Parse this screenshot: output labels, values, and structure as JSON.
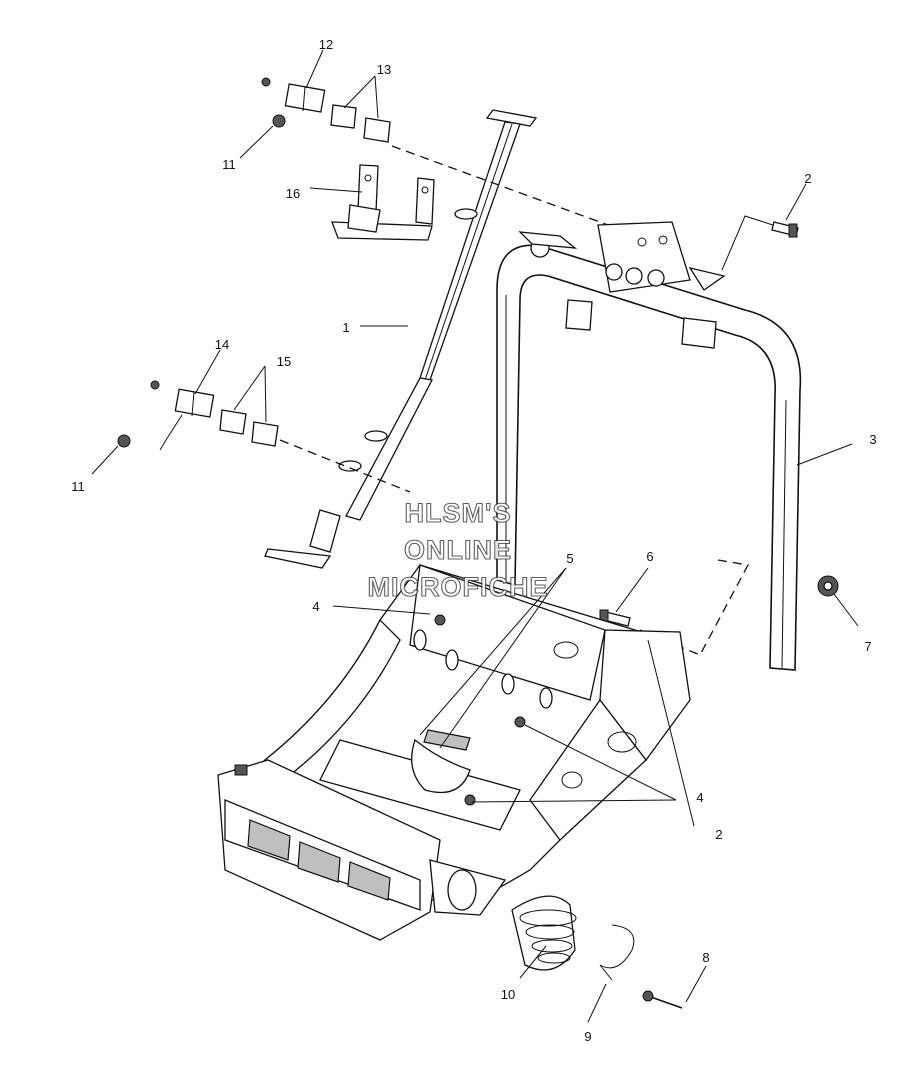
{
  "watermark": {
    "lines": [
      "HLSM'S",
      "ONLINE",
      "MICROFICHE"
    ]
  },
  "callouts": [
    {
      "id": "c12",
      "label": "12"
    },
    {
      "id": "c13",
      "label": "13"
    },
    {
      "id": "c11a",
      "label": "11"
    },
    {
      "id": "c16",
      "label": "16"
    },
    {
      "id": "c2a",
      "label": "2"
    },
    {
      "id": "c1",
      "label": "1"
    },
    {
      "id": "c14",
      "label": "14"
    },
    {
      "id": "c15",
      "label": "15"
    },
    {
      "id": "c11b",
      "label": "11"
    },
    {
      "id": "c3",
      "label": "3"
    },
    {
      "id": "c5",
      "label": "5"
    },
    {
      "id": "c6",
      "label": "6"
    },
    {
      "id": "c4a",
      "label": "4"
    },
    {
      "id": "c7",
      "label": "7"
    },
    {
      "id": "c4b",
      "label": "4"
    },
    {
      "id": "c2b",
      "label": "2"
    },
    {
      "id": "c8",
      "label": "8"
    },
    {
      "id": "c10",
      "label": "10"
    },
    {
      "id": "c9",
      "label": "9"
    }
  ]
}
